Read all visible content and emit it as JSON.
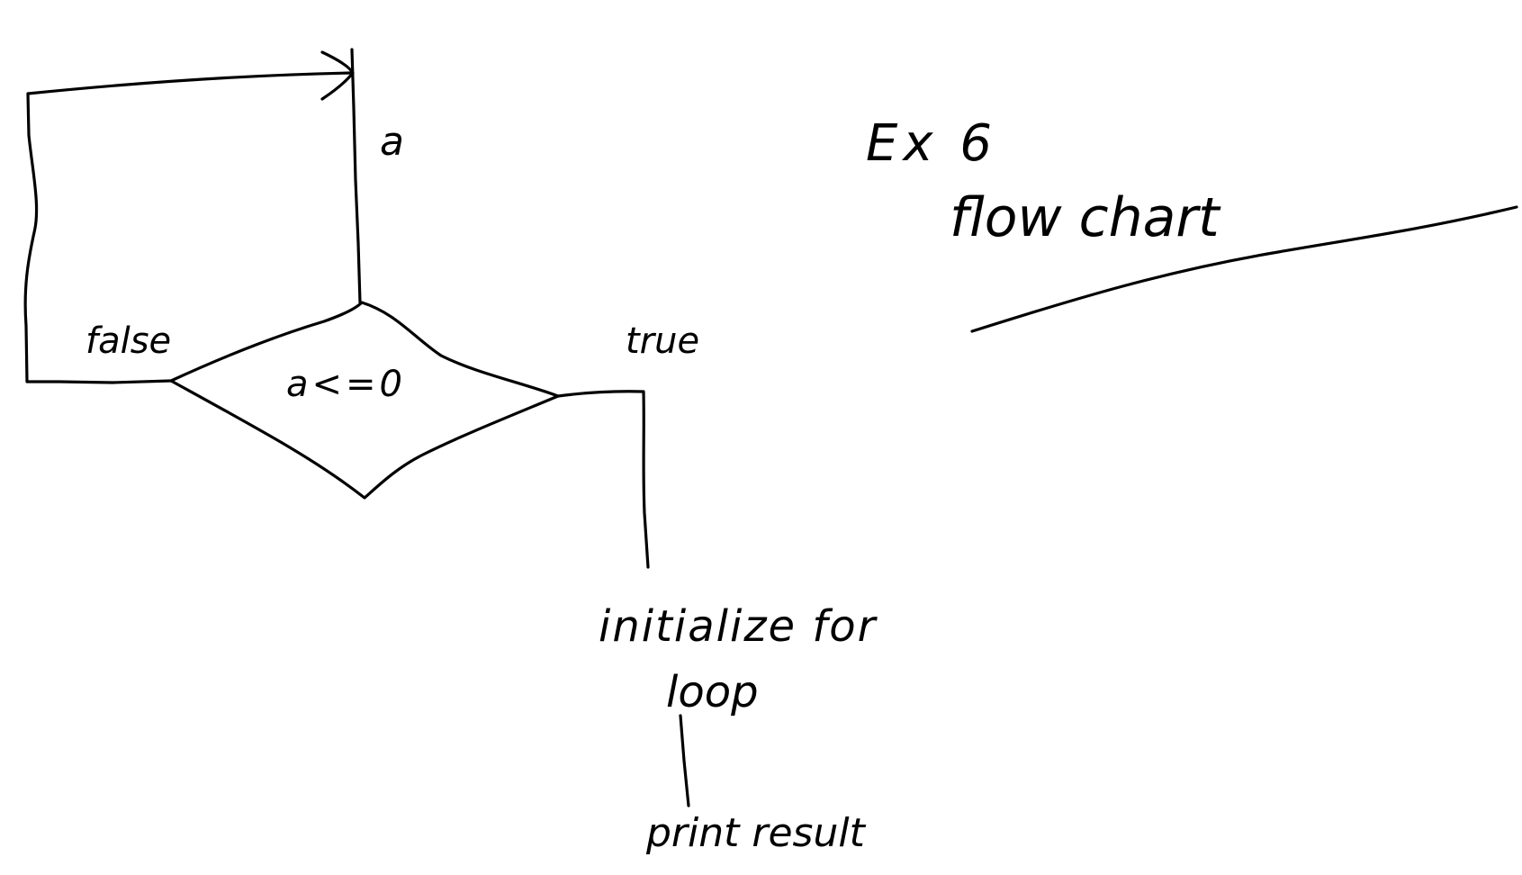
{
  "colors": {
    "ink": "#000000",
    "paper": "#ffffff"
  },
  "title": {
    "line1": "Ex 6",
    "line2": "flow chart"
  },
  "nodes": {
    "top_label": "a",
    "decision": "a<=0",
    "process": {
      "line1": "initialize for",
      "line2": "loop"
    },
    "output": "print result"
  },
  "edges": {
    "false_label": "false",
    "true_label": "true"
  }
}
